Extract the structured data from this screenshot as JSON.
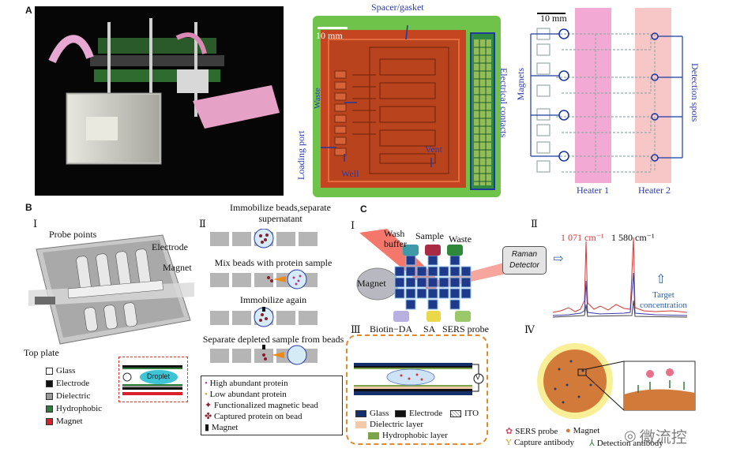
{
  "panel_labels": {
    "A": "A",
    "B": "B",
    "C": "C"
  },
  "panelA": {
    "scale_bar_1": "10 mm",
    "spacer_gasket": "Spacer/gasket",
    "electrical_contacts": "Electrical contacts",
    "waste": "Waste",
    "loading_port": "Loading port",
    "well": "Well",
    "vent": "Vent",
    "scale_bar_2": "10 mm",
    "magnets": "Magnets",
    "detection_spots": "Detection spots",
    "heater1": "Heater 1",
    "heater2": "Heater 2"
  },
  "panelB": {
    "sub1": "Ⅰ",
    "sub2": "Ⅱ",
    "probe_points": "Probe points",
    "electrode": "Electrode",
    "magnet": "Magnet",
    "top_plate": "Top plate",
    "droplet": "Droplet",
    "legend": [
      {
        "label": "Glass",
        "color": "#ffffff"
      },
      {
        "label": "Electrode",
        "color": "#111111"
      },
      {
        "label": "Dielectric",
        "color": "#9a9a9a"
      },
      {
        "label": "Hydrophobic",
        "color": "#2e7d3a"
      },
      {
        "label": "Magnet",
        "color": "#d8202a"
      }
    ],
    "steps": [
      "Immobilize beads,separate supernatant",
      "Mix beads with protein sample",
      "Immobilize again",
      "Separate depleted sample from beads"
    ],
    "legend2": [
      "High abundant protein",
      "Low abundant protein",
      "Functionalized magnetic bead",
      "Captured protein on bead",
      "Magnet"
    ]
  },
  "panelC": {
    "sub1": "Ⅰ",
    "sub2": "Ⅱ",
    "sub3": "Ⅲ",
    "sub4": "Ⅳ",
    "wash_buffer": "Wash buffer",
    "sample": "Sample",
    "waste": "Waste",
    "magnet": "Magnet",
    "biotin_da": "Biotin−DA",
    "sa": "SA",
    "sers_probe": "SERS probe",
    "raman_detector": "Raman Detector",
    "peak1": "1 071 cm⁻¹",
    "peak2": "1 580 cm⁻¹",
    "target_conc": "Target concentration",
    "voltage": "V",
    "glass": "Glass",
    "electrode": "Electrode",
    "ito": "ITO",
    "dielectric": "Dielectric layer",
    "hydrophobic": "Hydrophobic layer",
    "legend_sers": "SERS probe",
    "legend_magnet": "Magnet",
    "legend_capture": "Capture antibody",
    "legend_detection": "Detection antibody"
  },
  "watermark": "微流控"
}
